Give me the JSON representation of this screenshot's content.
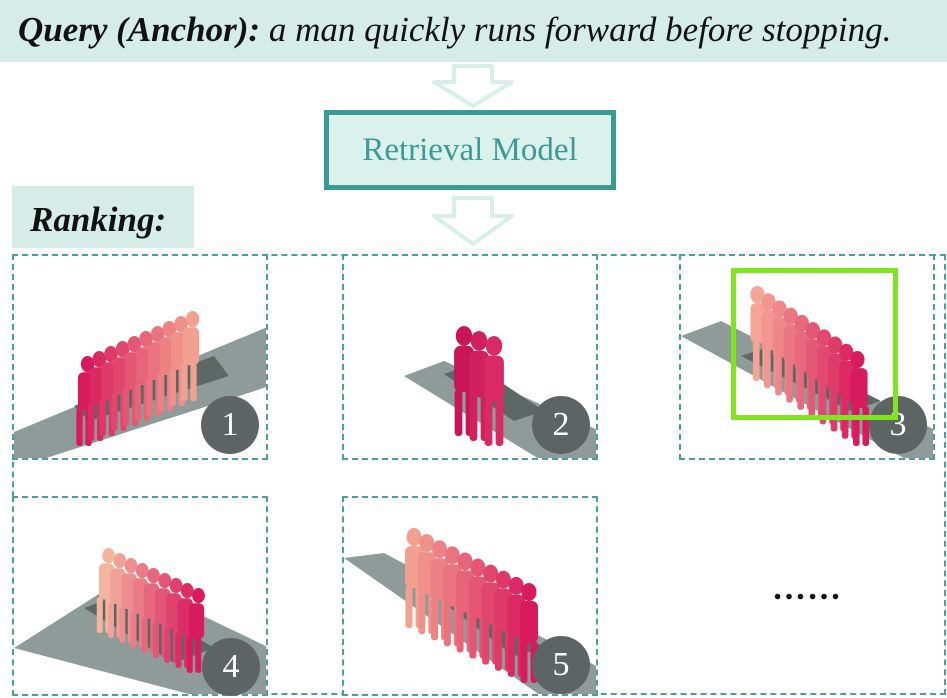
{
  "query": {
    "prefix": "Query (Anchor):",
    "text": " a man quickly runs forward before stopping."
  },
  "model": {
    "label": "Retrieval Model"
  },
  "ranking": {
    "label": "Ranking:"
  },
  "results": [
    {
      "rank": "1"
    },
    {
      "rank": "2"
    },
    {
      "rank": "3",
      "highlighted": true
    },
    {
      "rank": "4"
    },
    {
      "rank": "5"
    }
  ],
  "more": "……",
  "colors": {
    "accent": "#3c9a94",
    "highlight": "#7fe61e",
    "figure": "#dd2b63",
    "badge": "#5e6464",
    "panel": "#d5ede6"
  }
}
